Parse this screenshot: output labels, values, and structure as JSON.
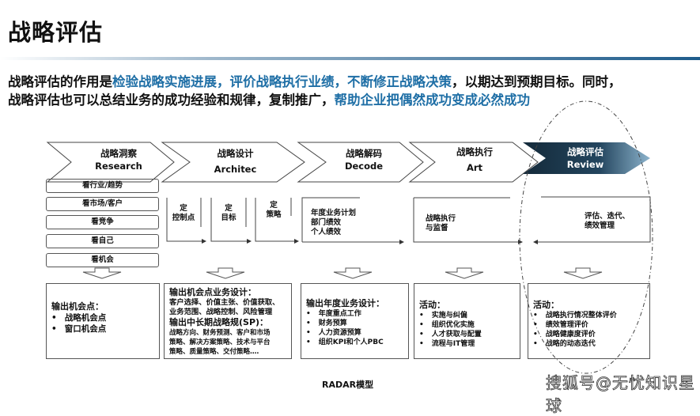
{
  "title": "战略评估",
  "intro": {
    "line1": [
      {
        "t": "战略评估的作用是",
        "hl": false
      },
      {
        "t": "检验战略实施进展，评价战略执行业绩，不断修正战略决策",
        "hl": true
      },
      {
        "t": "，以期达到预期目标。同时，",
        "hl": false
      }
    ],
    "line2": [
      {
        "t": "战略评估也可以总结业务的成功经验和规律，复制推广，",
        "hl": false
      },
      {
        "t": "帮助企业把偶然成功变成必然成功",
        "hl": true
      }
    ]
  },
  "colors": {
    "accent": "#1f6fa6",
    "dark_stage": "#1c3447"
  },
  "stages": [
    {
      "cn": "战略洞察",
      "en": "Research"
    },
    {
      "cn": "战略设计",
      "en": "Architec"
    },
    {
      "cn": "战略解码",
      "en": "Decode"
    },
    {
      "cn": "战略执行",
      "en": "Art"
    },
    {
      "cn": "战略评估",
      "en": "Review"
    }
  ],
  "research_items": [
    "看行业/趋势",
    "看市场/客户",
    "看竞争",
    "看自己",
    "看机会"
  ],
  "design_steps": [
    {
      "a": "定",
      "b": "控制点"
    },
    {
      "a": "定",
      "b": "目标"
    },
    {
      "a": "定",
      "b": "策略"
    }
  ],
  "decode_text": [
    "年度业务计划",
    "部门绩效",
    "个人绩效"
  ],
  "art_text": [
    "战略执行",
    "与监督"
  ],
  "review_text": [
    "评估、迭代、",
    "绩效管理"
  ],
  "outputs": {
    "research": {
      "heading": "输出机会点：",
      "items": [
        "战略机会点",
        "窗口机会点"
      ]
    },
    "design": {
      "heading1": "输出机会点业务设计：",
      "text1": [
        "客户选择、价值主张、价值获取、",
        "业务范围、战略控制、风险管理"
      ],
      "heading2": "输出中长期战略规(SP)：",
      "text2": [
        "战略方向、财务预测、客户和市场",
        "策略、解决方案策略、技术与平台",
        "策略、质量策略、交付策略‥‥"
      ]
    },
    "decode": {
      "heading": "输出年度业务设计：",
      "items": [
        "年度重点工作",
        "财务预算",
        "人力资源预算",
        "组织KPI和个人PBC"
      ]
    },
    "art": {
      "heading": "活动：",
      "items": [
        "实施与纠偏",
        "组织优化实施",
        "人才获取与配置",
        "流程与IT管理"
      ]
    },
    "review": {
      "heading": "活动：",
      "items": [
        "战略执行情况整体评价",
        "绩效管理评价",
        "战略健康度评价",
        "战略的动态迭代"
      ]
    }
  },
  "caption": "RADAR模型",
  "watermark": "搜狐号@无忧知识星球"
}
